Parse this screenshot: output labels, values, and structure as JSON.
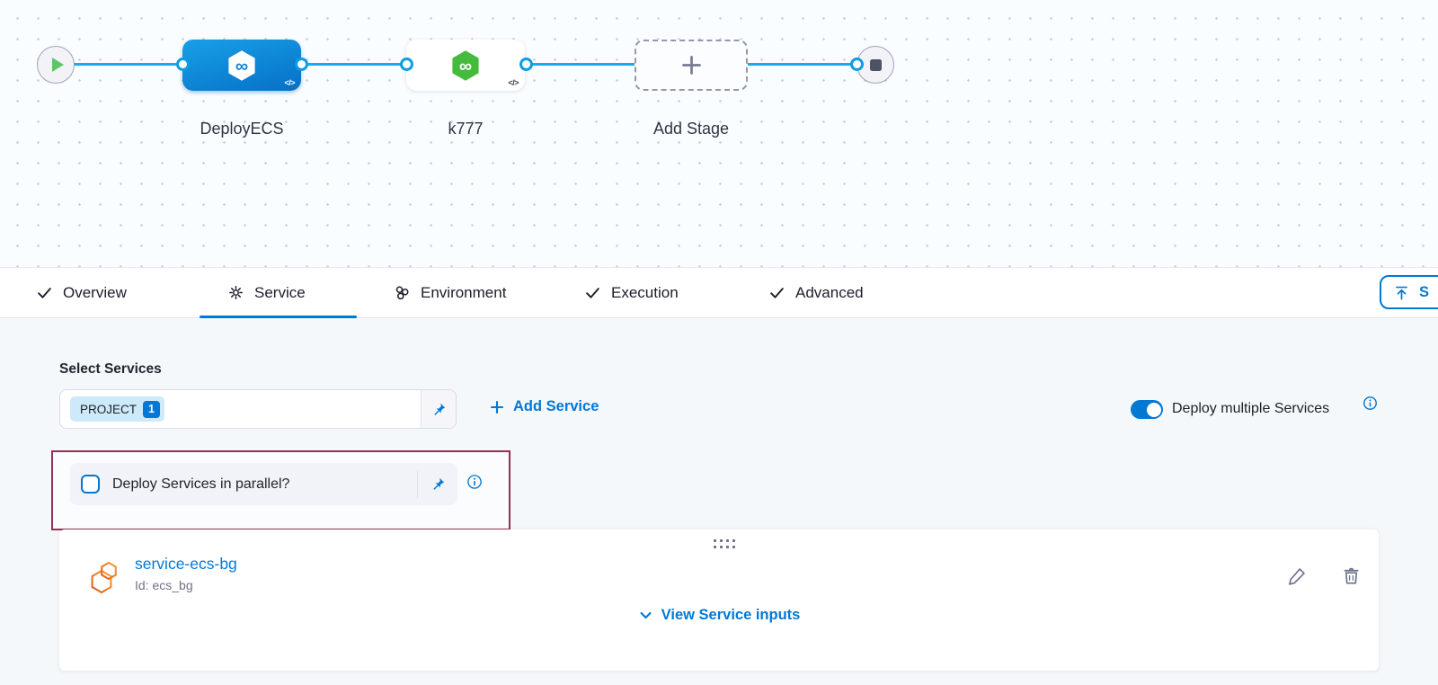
{
  "canvas": {
    "stages": [
      {
        "label": "DeployECS"
      },
      {
        "label": "k777"
      }
    ],
    "add_stage": {
      "label": "Add Stage"
    },
    "code_badge": "</>"
  },
  "tabs": {
    "items": [
      {
        "label": "Overview",
        "icon": "check-icon",
        "active": false
      },
      {
        "label": "Service",
        "icon": "gear-icon",
        "active": true
      },
      {
        "label": "Environment",
        "icon": "environment-icon",
        "active": false
      },
      {
        "label": "Execution",
        "icon": "check-icon",
        "active": false
      },
      {
        "label": "Advanced",
        "icon": "check-icon",
        "active": false
      }
    ],
    "save_button_label": "S"
  },
  "service_section": {
    "select_services_label": "Select Services",
    "selected_chip": {
      "label": "PROJECT",
      "count": "1"
    },
    "add_service_label": "Add Service",
    "deploy_multiple_label": "Deploy multiple Services",
    "deploy_multiple_enabled": true,
    "parallel_checkbox_label": "Deploy Services in parallel?",
    "parallel_checked": false
  },
  "service_card": {
    "name": "service-ecs-bg",
    "id": "Id: ecs_bg",
    "view_inputs_label": "View Service inputs"
  },
  "colors": {
    "accent": "#0278d5",
    "connector": "#1aabe6",
    "highlight_box": "#9c2b57",
    "stage_blue": "#0b82d8",
    "stage_green": "#45bb3e",
    "service_icon_orange": "#e87a2e"
  }
}
